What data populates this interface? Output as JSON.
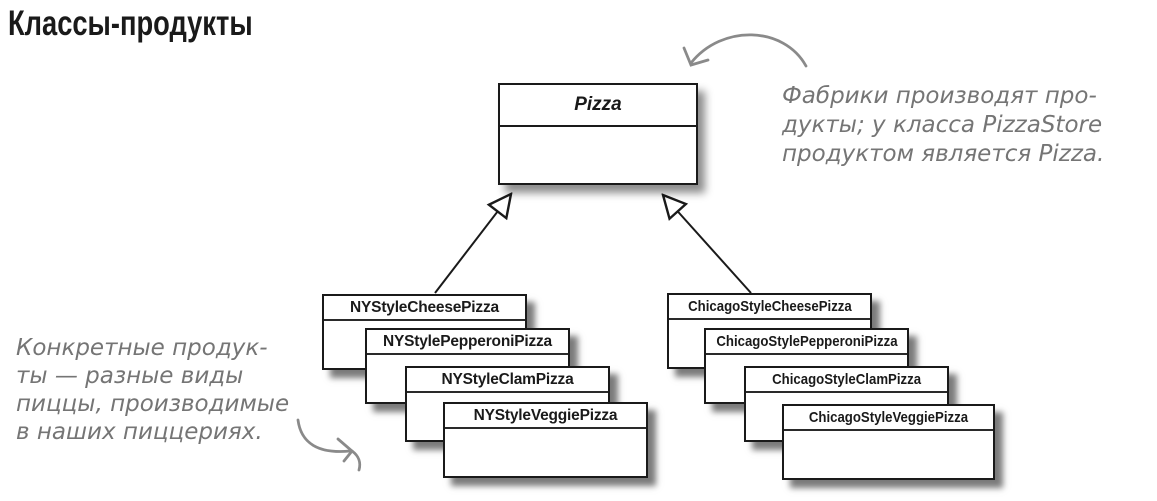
{
  "title": "Классы-продукты",
  "uml": {
    "parent": {
      "name": "Pizza"
    },
    "stacks": {
      "ny": {
        "classes": [
          "NYStyleCheesePizza",
          "NYStylePepperoniPizza",
          "NYStyleClamPizza",
          "NYStyleVeggiePizza"
        ]
      },
      "chicago": {
        "classes": [
          "ChicagoStyleCheesePizza",
          "ChicagoStylePepperoniPizza",
          "ChicagoStyleClamPizza",
          "ChicagoStyleVeggiePizza"
        ]
      }
    }
  },
  "annotations": {
    "factory_note": "Фабрики производят про-\nдукты; у класса PizzaStore\nпродуктом является Pizza.",
    "products_note": "Конкретные продук-\nты — разные виды\nпиццы, производимые\nв наших пиццериях."
  },
  "colors": {
    "ink": "#1a1a1a",
    "annotation_gray": "#757575",
    "arrow_gray": "#8a8a8a",
    "box_background": "#ffffff"
  }
}
